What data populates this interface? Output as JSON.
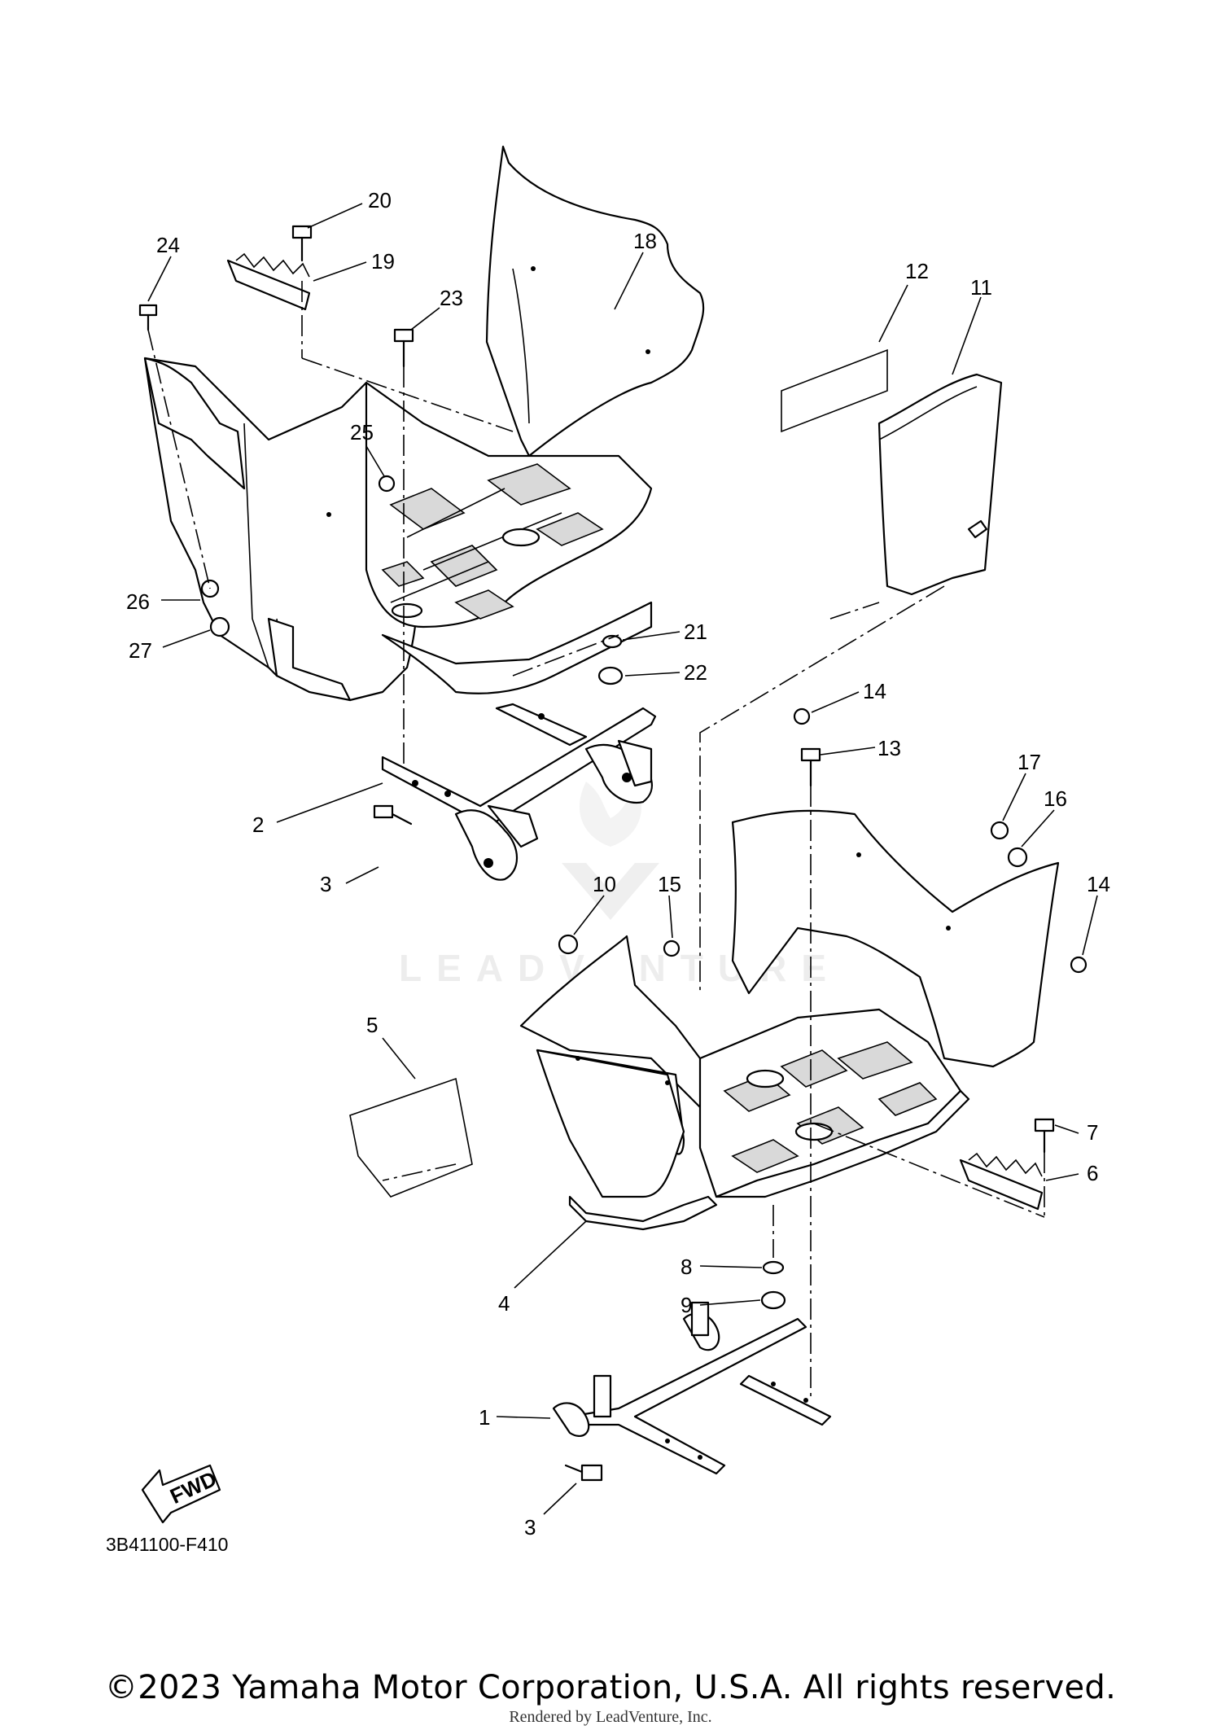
{
  "diagram": {
    "id_code": "3B41100-F410",
    "fwd_label": "FWD",
    "watermark": "LEADVENTURE",
    "callouts": {
      "c1": "1",
      "c2": "2",
      "c3a": "3",
      "c3b": "3",
      "c4": "4",
      "c5": "5",
      "c6": "6",
      "c7": "7",
      "c8": "8",
      "c9": "9",
      "c10": "10",
      "c11": "11",
      "c12": "12",
      "c13": "13",
      "c14a": "14",
      "c14b": "14",
      "c15": "15",
      "c16": "16",
      "c17": "17",
      "c18": "18",
      "c19": "19",
      "c20": "20",
      "c21": "21",
      "c22": "22",
      "c23": "23",
      "c24": "24",
      "c25": "25",
      "c26": "26",
      "c27": "27"
    }
  },
  "footer": {
    "copyright": "©2023 Yamaha Motor Corporation, U.S.A. All rights reserved.",
    "rendered_by": "Rendered by LeadVenture, Inc."
  }
}
